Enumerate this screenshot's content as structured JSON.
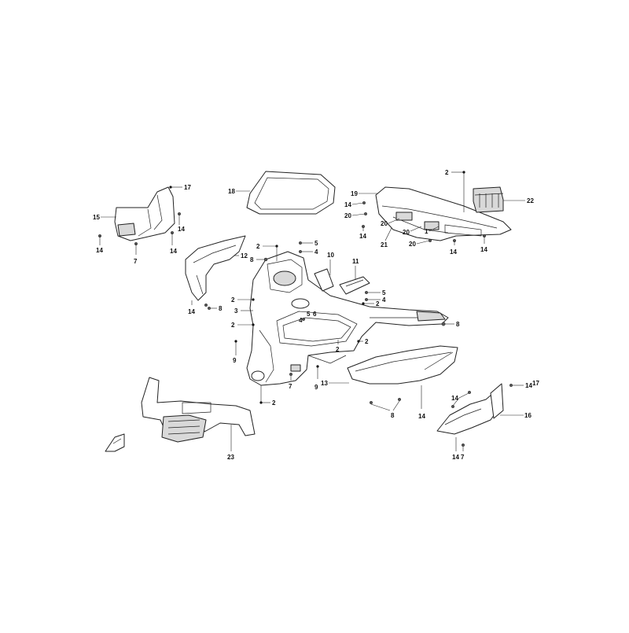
{
  "callouts": [
    {
      "id": "c-17a",
      "num": "17"
    },
    {
      "id": "c-15",
      "num": "15"
    },
    {
      "id": "c-14a",
      "num": "14"
    },
    {
      "id": "c-14b",
      "num": "14"
    },
    {
      "id": "c-14c",
      "num": "14"
    },
    {
      "id": "c-7a",
      "num": "7"
    },
    {
      "id": "c-18",
      "num": "18"
    },
    {
      "id": "c-2a",
      "num": "2"
    },
    {
      "id": "c-19",
      "num": "19"
    },
    {
      "id": "c-22",
      "num": "22"
    },
    {
      "id": "c-14d",
      "num": "14"
    },
    {
      "id": "c-20a",
      "num": "20"
    },
    {
      "id": "c-20b",
      "num": "20"
    },
    {
      "id": "c-20c",
      "num": "20"
    },
    {
      "id": "c-20d",
      "num": "20"
    },
    {
      "id": "c-14e",
      "num": "14"
    },
    {
      "id": "c-21",
      "num": "21"
    },
    {
      "id": "c-1",
      "num": "1"
    },
    {
      "id": "c-14f",
      "num": "14"
    },
    {
      "id": "c-14g",
      "num": "14"
    },
    {
      "id": "c-2b",
      "num": "2"
    },
    {
      "id": "c-5a",
      "num": "5"
    },
    {
      "id": "c-12",
      "num": "12"
    },
    {
      "id": "c-8a",
      "num": "8"
    },
    {
      "id": "c-4a",
      "num": "4"
    },
    {
      "id": "c-10",
      "num": "10"
    },
    {
      "id": "c-11",
      "num": "11"
    },
    {
      "id": "c-5b",
      "num": "5"
    },
    {
      "id": "c-2c",
      "num": "2"
    },
    {
      "id": "c-4b",
      "num": "4"
    },
    {
      "id": "c-2d",
      "num": "2"
    },
    {
      "id": "c-3",
      "num": "3"
    },
    {
      "id": "c-14h",
      "num": "14"
    },
    {
      "id": "c-8b",
      "num": "8"
    },
    {
      "id": "c-2e",
      "num": "2"
    },
    {
      "id": "c-4c",
      "num": "4"
    },
    {
      "id": "c-5c",
      "num": "5"
    },
    {
      "id": "c-6",
      "num": "6"
    },
    {
      "id": "c-8c",
      "num": "8"
    },
    {
      "id": "c-2f",
      "num": "2"
    },
    {
      "id": "c-2g",
      "num": "2"
    },
    {
      "id": "c-9a",
      "num": "9"
    },
    {
      "id": "c-9b",
      "num": "9"
    },
    {
      "id": "c-7b",
      "num": "7"
    },
    {
      "id": "c-2h",
      "num": "2"
    },
    {
      "id": "c-13",
      "num": "13"
    },
    {
      "id": "c-8d",
      "num": "8"
    },
    {
      "id": "c-14i",
      "num": "14"
    },
    {
      "id": "c-14j",
      "num": "14"
    },
    {
      "id": "c-17b",
      "num": "17"
    },
    {
      "id": "c-14k",
      "num": "14"
    },
    {
      "id": "c-16",
      "num": "16"
    },
    {
      "id": "c-14l",
      "num": "14"
    },
    {
      "id": "c-7c",
      "num": "7"
    },
    {
      "id": "c-23",
      "num": "23"
    }
  ],
  "direction_marker": {
    "icon": "front-direction-arrow-icon"
  },
  "colors": {
    "line": "#222222",
    "fill": "#ffffff",
    "shade": "#d9d9d9"
  }
}
